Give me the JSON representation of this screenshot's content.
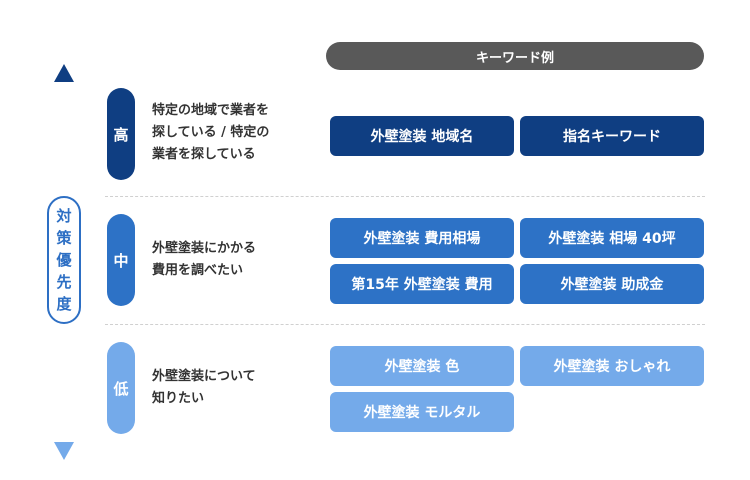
{
  "header": {
    "title": "キーワード例"
  },
  "axis": {
    "label_chars": [
      "対",
      "策",
      "優",
      "先",
      "度"
    ],
    "colors": {
      "top": "#0f3e82",
      "bottom": "#74aaea"
    }
  },
  "levels": [
    {
      "badge": "高",
      "description": [
        "特定の地域で業者を",
        "探している / 特定の",
        "業者を探している"
      ],
      "color": "#0f3e82",
      "keywords": [
        "外壁塗装 地域名",
        "指名キーワード"
      ]
    },
    {
      "badge": "中",
      "description": [
        "外壁塗装にかかる",
        "費用を調べたい"
      ],
      "color": "#2d72c6",
      "keywords": [
        "外壁塗装 費用相場",
        "外壁塗装 相場 40坪",
        "第15年 外壁塗装 費用",
        "外壁塗装 助成金"
      ]
    },
    {
      "badge": "低",
      "description": [
        "外壁塗装について",
        "知りたい"
      ],
      "color": "#74aaea",
      "keywords": [
        "外壁塗装 色",
        "外壁塗装 おしゃれ",
        "外壁塗装 モルタル"
      ]
    }
  ]
}
